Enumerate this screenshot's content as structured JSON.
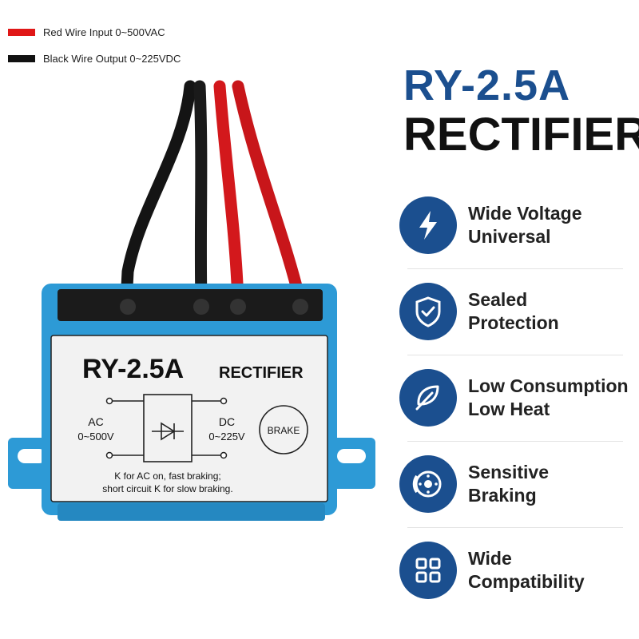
{
  "legend": [
    {
      "text": "Red Wire Input 0~500VAC",
      "color": "#e01717"
    },
    {
      "text": "Black Wire Output 0~225VDC",
      "color": "#111111"
    }
  ],
  "product": {
    "plate_model": "RY-2.5A",
    "plate_type": "RECTIFIER",
    "ac_label": "AC",
    "ac_range": "0~500V",
    "dc_label": "DC",
    "dc_range": "0~225V",
    "brake_label": "BRAKE",
    "note_line1": "K for AC on, fast braking;",
    "note_line2": "short circuit K for slow braking.",
    "housing_color": "#2d9ad6",
    "plate_color": "#f2f2f2"
  },
  "headline": {
    "model": "RY-2.5A",
    "type": "RECTIFIER",
    "model_color": "#1b4f8f"
  },
  "features": [
    {
      "icon": "lightning-icon",
      "line1": "Wide Voltage",
      "line2": "Universal"
    },
    {
      "icon": "shield-check-icon",
      "line1": "Sealed",
      "line2": "Protection"
    },
    {
      "icon": "leaf-icon",
      "line1": "Low Consumption",
      "line2": "Low Heat"
    },
    {
      "icon": "brake-disc-icon",
      "line1": "Sensitive",
      "line2": "Braking"
    },
    {
      "icon": "grid-icon",
      "line1": "Wide",
      "line2": "Compatibility"
    }
  ],
  "badge_color": "#1b4f8f"
}
